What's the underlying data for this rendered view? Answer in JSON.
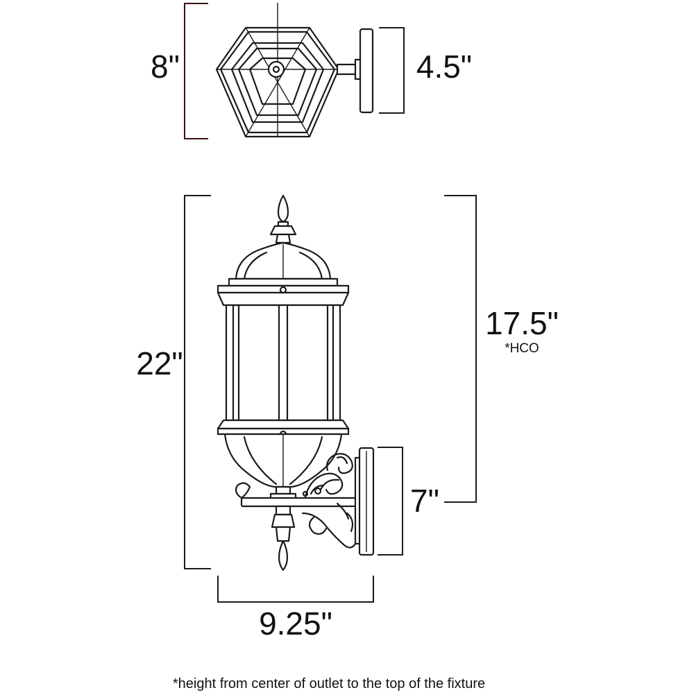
{
  "top_view": {
    "width_label": "8\"",
    "depth_label": "4.5\""
  },
  "side_view": {
    "height_label": "22\"",
    "hco_label": "17.5\"",
    "hco_tag": "*HCO",
    "backplate_label": "7\"",
    "width_label": "9.25\""
  },
  "footnote": "*height from center of outlet to the top of the fixture"
}
